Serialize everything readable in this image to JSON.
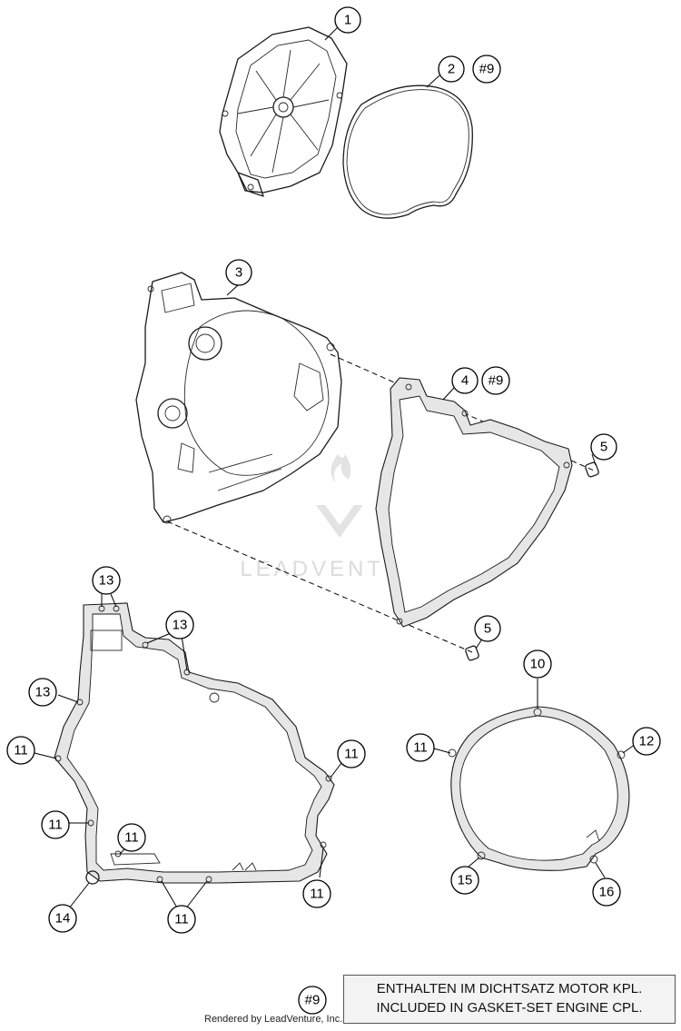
{
  "callouts": [
    {
      "id": "c1",
      "label": "1"
    },
    {
      "id": "c2",
      "label": "2"
    },
    {
      "id": "c2ref",
      "label": "#9"
    },
    {
      "id": "c3",
      "label": "3"
    },
    {
      "id": "c4",
      "label": "4"
    },
    {
      "id": "c4ref",
      "label": "#9"
    },
    {
      "id": "c5a",
      "label": "5"
    },
    {
      "id": "c5b",
      "label": "5"
    },
    {
      "id": "c13a",
      "label": "13"
    },
    {
      "id": "c13b",
      "label": "13"
    },
    {
      "id": "c13c",
      "label": "13"
    },
    {
      "id": "c11a",
      "label": "11"
    },
    {
      "id": "c11b",
      "label": "11"
    },
    {
      "id": "c11c",
      "label": "11"
    },
    {
      "id": "c11d",
      "label": "11"
    },
    {
      "id": "c11e",
      "label": "11"
    },
    {
      "id": "c11f",
      "label": "11"
    },
    {
      "id": "c14",
      "label": "14"
    },
    {
      "id": "c10",
      "label": "10"
    },
    {
      "id": "c11g",
      "label": "11"
    },
    {
      "id": "c12",
      "label": "12"
    },
    {
      "id": "c15",
      "label": "15"
    },
    {
      "id": "c16",
      "label": "16"
    }
  ],
  "watermark": {
    "text": "LEADVENTURE"
  },
  "note": {
    "ref": "#9",
    "line1": "ENTHALTEN IM DICHTSATZ MOTOR KPL.",
    "line2": "INCLUDED IN GASKET-SET ENGINE CPL."
  },
  "footer": {
    "credit": "Rendered by LeadVenture, Inc."
  }
}
